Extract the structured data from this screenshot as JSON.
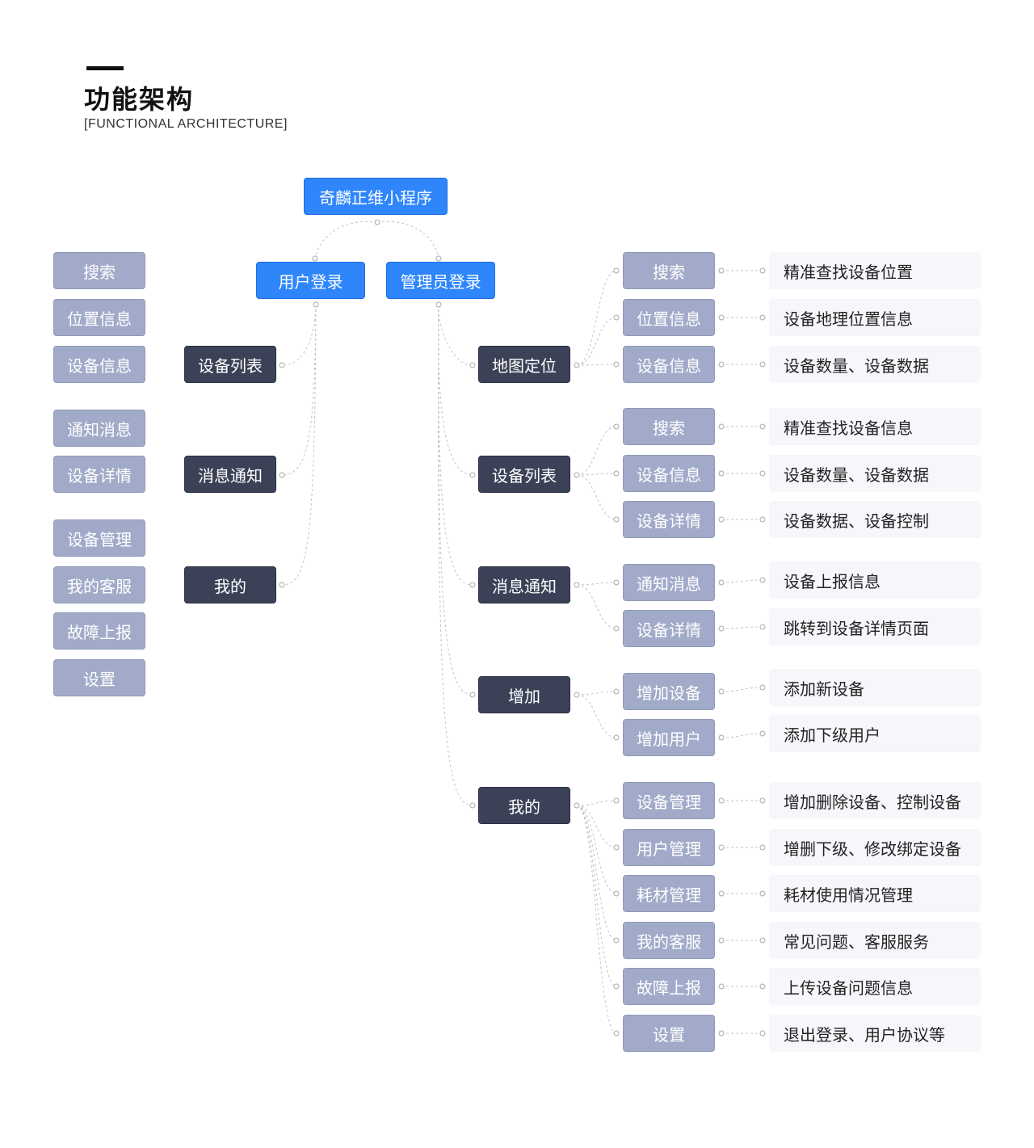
{
  "header": {
    "title": "功能架构",
    "subtitle": "[FUNCTIONAL ARCHITECTURE]"
  },
  "colors": {
    "primary_blue": "#2f86fb",
    "dark_node": "#3b4257",
    "mid_node": "#a1abc9",
    "leaf_bg": "#f6f7fb",
    "connector": "#c4c4c4"
  },
  "root": {
    "label": "奇麟正维小程序"
  },
  "user_login": {
    "label": "用户登录",
    "sections": [
      {
        "label": "设备列表",
        "items": [
          "搜索",
          "位置信息",
          "设备信息"
        ]
      },
      {
        "label": "消息通知",
        "items": [
          "通知消息",
          "设备详情"
        ]
      },
      {
        "label": "我的",
        "items": [
          "设备管理",
          "我的客服",
          "故障上报",
          "设置"
        ]
      }
    ]
  },
  "admin_login": {
    "label": "管理员登录",
    "sections": [
      {
        "label": "地图定位",
        "items": [
          {
            "label": "搜索",
            "desc": "精准查找设备位置"
          },
          {
            "label": "位置信息",
            "desc": "设备地理位置信息"
          },
          {
            "label": "设备信息",
            "desc": "设备数量、设备数据"
          }
        ]
      },
      {
        "label": "设备列表",
        "items": [
          {
            "label": "搜索",
            "desc": "精准查找设备信息"
          },
          {
            "label": "设备信息",
            "desc": "设备数量、设备数据"
          },
          {
            "label": "设备详情",
            "desc": "设备数据、设备控制"
          }
        ]
      },
      {
        "label": "消息通知",
        "items": [
          {
            "label": "通知消息",
            "desc": "设备上报信息"
          },
          {
            "label": "设备详情",
            "desc": "跳转到设备详情页面"
          }
        ]
      },
      {
        "label": "增加",
        "items": [
          {
            "label": "增加设备",
            "desc": "添加新设备"
          },
          {
            "label": "增加用户",
            "desc": "添加下级用户"
          }
        ]
      },
      {
        "label": "我的",
        "items": [
          {
            "label": "设备管理",
            "desc": "增加删除设备、控制设备"
          },
          {
            "label": "用户管理",
            "desc": "增删下级、修改绑定设备"
          },
          {
            "label": "耗材管理",
            "desc": "耗材使用情况管理"
          },
          {
            "label": "我的客服",
            "desc": "常见问题、客服服务"
          },
          {
            "label": "故障上报",
            "desc": "上传设备问题信息"
          },
          {
            "label": "设置",
            "desc": "退出登录、用户协议等"
          }
        ]
      }
    ]
  }
}
